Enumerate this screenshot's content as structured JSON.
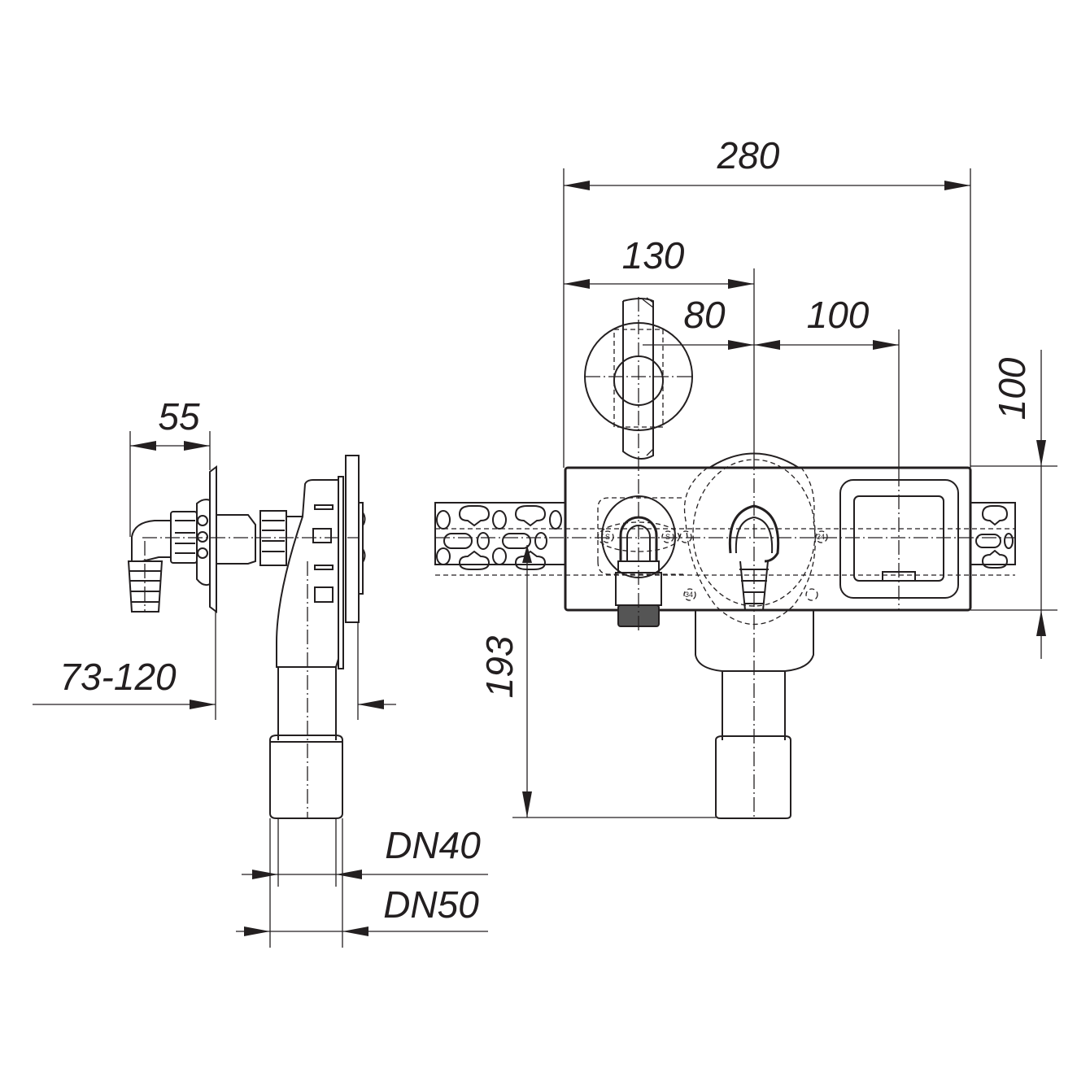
{
  "dimensions": {
    "overall_width": "280",
    "outlet_offset": "130",
    "left_spacing": "80",
    "right_spacing": "100",
    "box_height": "100",
    "side_depth": "55",
    "wall_range": "73-120",
    "outlet_drop": "193",
    "pipe_inner": "DN40",
    "pipe_outer": "DN50"
  },
  "markings": {
    "screw_a": "S",
    "screw_b": "34"
  },
  "colors": {
    "line": "#231f20",
    "background": "#ffffff"
  }
}
